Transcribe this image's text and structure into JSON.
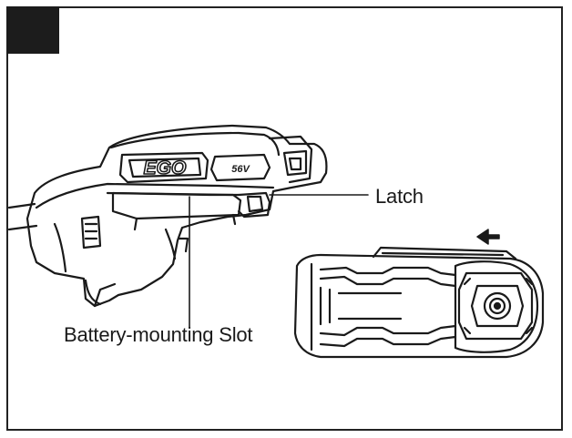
{
  "figure": {
    "step_marker": "",
    "callouts": {
      "latch": "Latch",
      "slot": "Battery-mounting Slot"
    },
    "tool_logo": "EGO",
    "tool_badge": "56V",
    "direction": "left-arrow"
  },
  "colors": {
    "ink": "#1a1a1a",
    "paper": "#ffffff",
    "marker": "#1c1c1c"
  }
}
